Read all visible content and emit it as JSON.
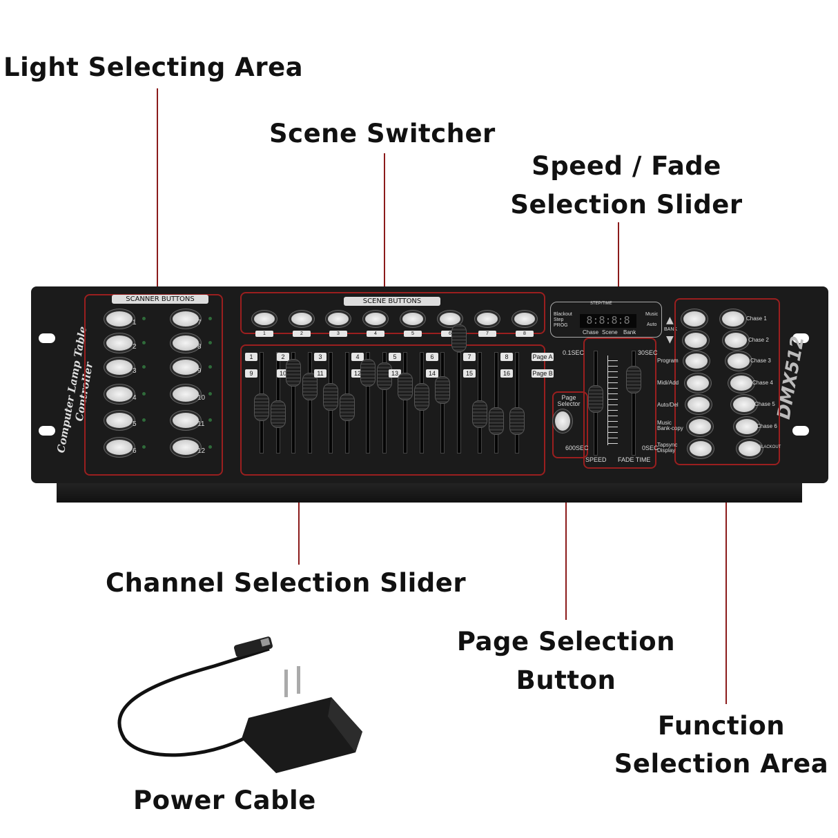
{
  "callouts": {
    "light_selecting": "Light Selecting Area",
    "scene_switcher": "Scene Switcher",
    "speed_fade_1": "Speed / Fade",
    "speed_fade_2": "Selection Slider",
    "channel_selection": "Channel Selection Slider",
    "page_selection_1": "Page Selection",
    "page_selection_2": "Button",
    "function_selection_1": "Function",
    "function_selection_2": "Selection Area",
    "power_cable": "Power Cable"
  },
  "controller": {
    "side_text": "Computer Lamp Table Controller",
    "model": "DMX512",
    "scanner_title": "SCANNER  BUTTONS",
    "scanner_numbers": [
      "1",
      "2",
      "3",
      "4",
      "5",
      "6",
      "7",
      "8",
      "9",
      "10",
      "11",
      "12"
    ],
    "scene_title": "SCENE  BUTTONS",
    "scene_numbers": [
      "1",
      "2",
      "3",
      "4",
      "5",
      "6",
      "7",
      "8"
    ],
    "channel_numbers": [
      "1",
      "2",
      "3",
      "4",
      "5",
      "6",
      "7",
      "8",
      "9",
      "10",
      "11",
      "12",
      "13",
      "14",
      "15",
      "16"
    ],
    "page_a": "Page A",
    "page_b": "Page B",
    "page_selector": "Page Selector",
    "display": {
      "step_time": "STEP/TIME",
      "blackout": "Blackout",
      "step": "Step",
      "prog": "PROG",
      "music": "Music",
      "auto": "Auto",
      "chase": "Chase",
      "scene": "Scene",
      "bank": "Bank",
      "readout": "8:8:8:8"
    },
    "bank_label": "BANK",
    "speed": {
      "min": "0.1SEC",
      "max": "600SEC",
      "label": "SPEED"
    },
    "fade": {
      "max": "30SEC",
      "min": "0SEC",
      "label": "FADE TIME"
    },
    "function_labels": [
      "Program",
      "Midi/Add",
      "Auto/Del",
      "Music",
      "Bank-copy",
      "Tapsync",
      "Display"
    ],
    "chase_labels": [
      "Chase 1",
      "Chase 2",
      "Chase 3",
      "Chase 4",
      "Chase 5",
      "Chase 6",
      "BLACKOUT"
    ]
  },
  "colors": {
    "callout_line": "#8b1a1a",
    "panel": "#1b1b1b"
  }
}
